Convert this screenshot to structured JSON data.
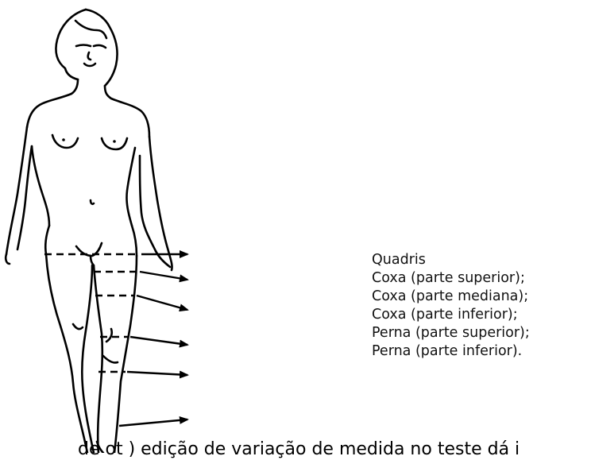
{
  "legend": {
    "items": [
      "Quadris",
      "Coxa (parte superior);",
      "Coxa (parte mediana);",
      "Coxa (parte inferior);",
      "Perna (parte superior);",
      "Perna (parte inferior)."
    ]
  },
  "caption": {
    "text": "de  ot      ) edição de variação de medida no teste dá i"
  },
  "colors": {
    "line": "#000000",
    "text": "#111111",
    "background": "#ffffff"
  }
}
